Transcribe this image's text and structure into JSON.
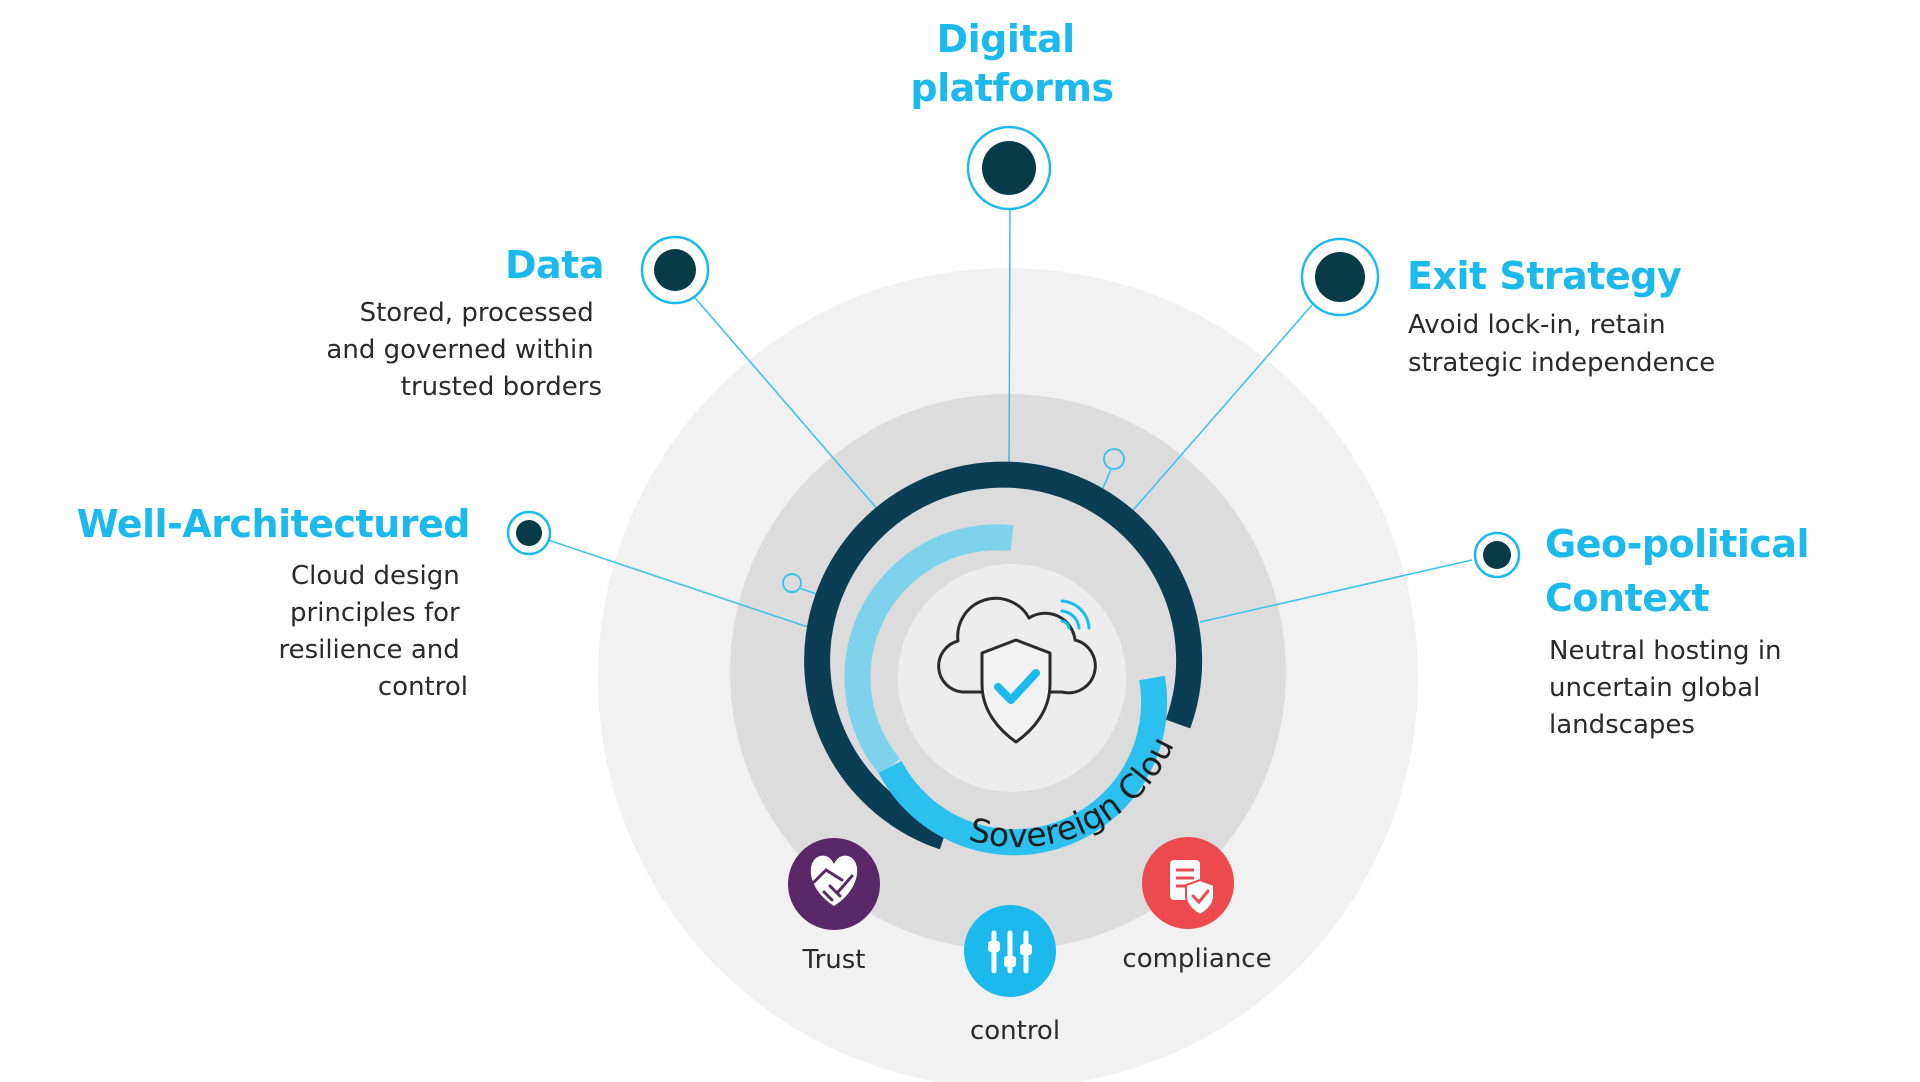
{
  "colors": {
    "accent": "#1CB9EC",
    "dark_node": "#073B45",
    "navy_arc": "#0B3D55",
    "connector": "#3FC3EC",
    "outer_circle": "#F1F1F1",
    "middle_circle": "#DCDCDC",
    "text": "#2A2A2A",
    "trust": "#5A2868",
    "control": "#1CB9EC",
    "compliance": "#EC4A4F"
  },
  "center": {
    "ring_label": "Sovereign Cloud",
    "icon": "cloud-shield-check-icon"
  },
  "nodes": {
    "digital": {
      "title_lines": [
        "Digital",
        "platforms"
      ]
    },
    "data": {
      "title": "Data",
      "desc_lines": [
        "Stored, processed",
        "and governed within",
        "trusted borders"
      ]
    },
    "exit": {
      "title": "Exit Strategy",
      "desc_lines": [
        "Avoid lock-in, retain",
        "strategic independence"
      ]
    },
    "well": {
      "title": "Well-Architectured",
      "desc_lines": [
        "Cloud design",
        "principles for",
        "resilience and",
        "control"
      ]
    },
    "geo": {
      "title_lines": [
        "Geo-political",
        "Context"
      ],
      "desc_lines": [
        "Neutral hosting in",
        "uncertain global",
        "landscapes"
      ]
    }
  },
  "pillars": {
    "trust": {
      "label": "Trust",
      "icon": "handshake-heart-icon"
    },
    "control": {
      "label": "control",
      "icon": "sliders-icon"
    },
    "compliance": {
      "label": "compliance",
      "icon": "document-shield-icon"
    }
  }
}
